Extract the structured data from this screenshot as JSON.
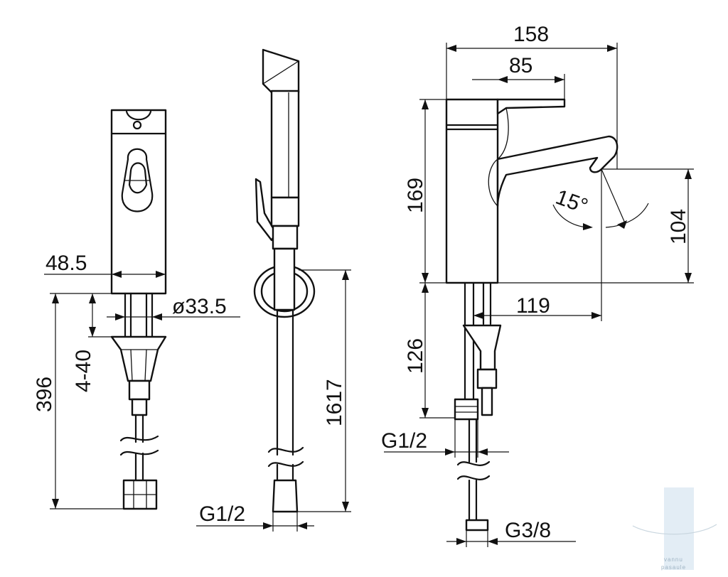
{
  "dimensions": {
    "width_158": "158",
    "width_85": "85",
    "height_169": "169",
    "height_104": "104",
    "angle_15": "15°",
    "reach_119": "119",
    "length_126": "126",
    "thread_g12_right": "G1/2",
    "thread_g38": "G3/8",
    "width_48_5": "48.5",
    "diameter_33_5": "ø33.5",
    "range_4_40": "4-40",
    "height_396": "396",
    "hose_1617": "1617",
    "thread_g12_center": "G1/2"
  },
  "watermark": {
    "line1": "vannu",
    "line2": "pasaule"
  },
  "colors": {
    "line": "#111111",
    "watermark": "#9fb4c4"
  }
}
